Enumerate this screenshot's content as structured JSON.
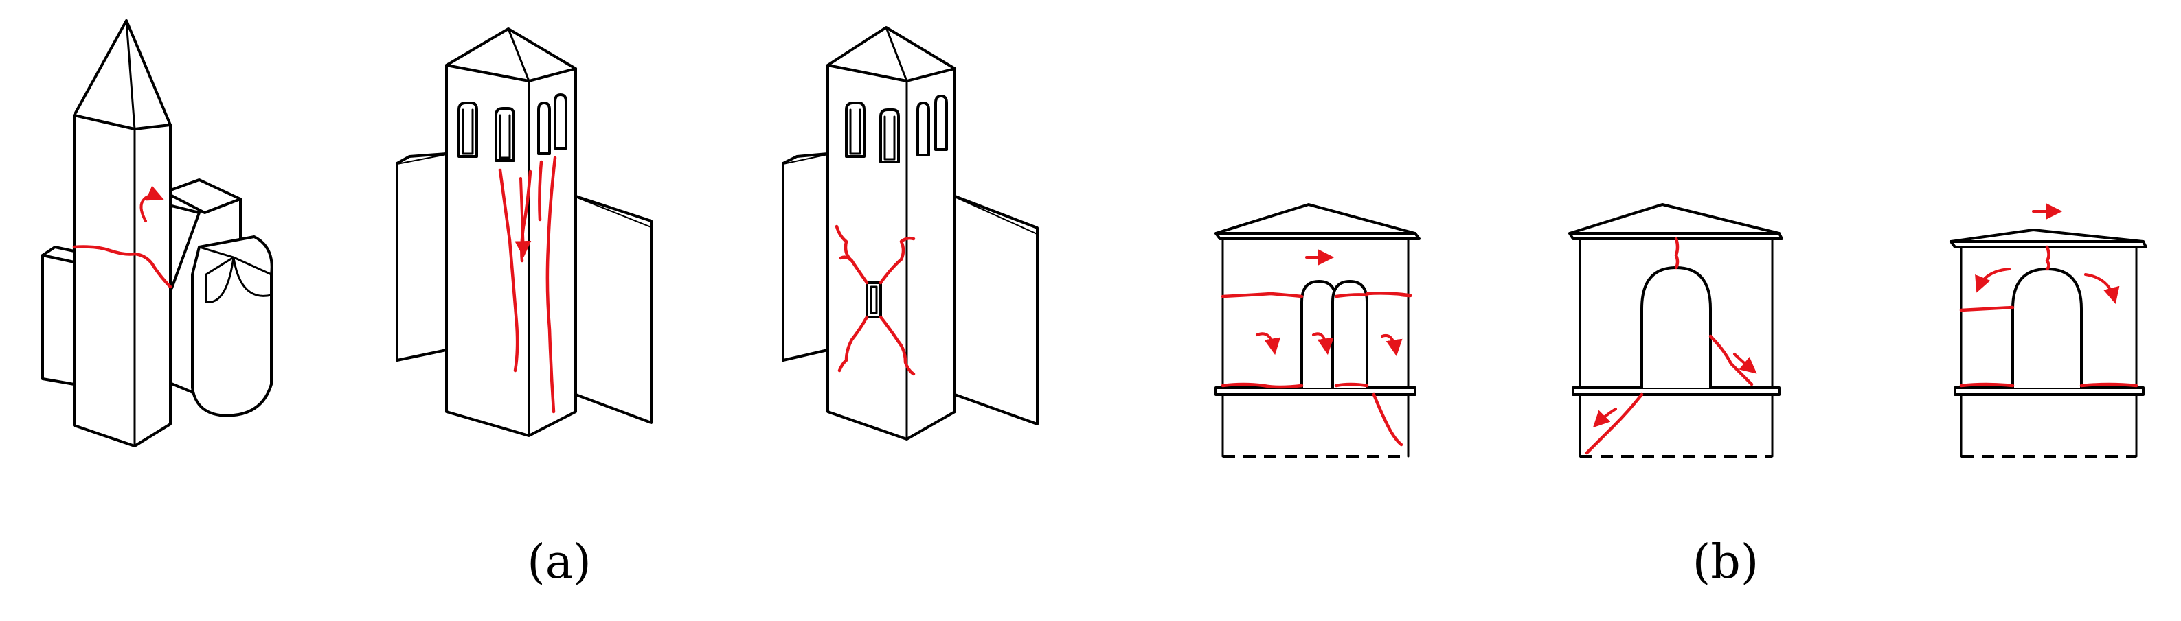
{
  "figure": {
    "panels": [
      {
        "id": "a",
        "label": "(a)"
      },
      {
        "id": "b",
        "label": "(b)"
      }
    ]
  },
  "colors": {
    "line": "#000000",
    "crack": "#e5141b",
    "background": "#ffffff"
  },
  "icons": [
    "bell-tower-sketch",
    "crack-line",
    "rotation-arrow",
    "sliding-arrow"
  ]
}
